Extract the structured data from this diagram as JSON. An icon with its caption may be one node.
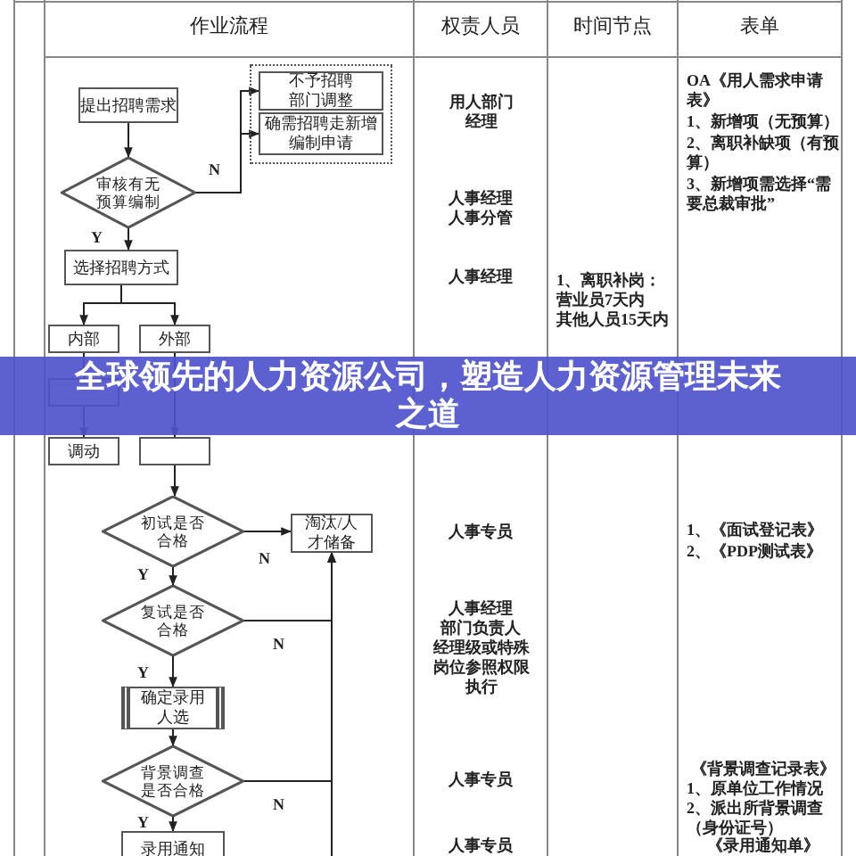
{
  "diagram": {
    "title": "全球领先的人力资源公司，塑造人力资源管理未来之道",
    "nodes": [
      {
        "text": [
          "提出招聘需求"
        ]
      },
      {
        "text": [],
        "shape": "box"
      },
      {
        "text": [
          "不予招聘部门调整"
        ],
        "in": 1
      },
      {
        "text": [
          "确需招聘走新增编制申请"
        ],
        "in": 1
      },
      {
        "text": [
          "审核有无预算编制"
        ]
      },
      {
        "text": [
          "选择招聘方式"
        ]
      },
      {
        "text": [
          "内部"
        ]
      },
      {
        "text": [
          "外部"
        ]
      },
      {
        "text": [],
        "shape": "box"
      },
      {
        "text": [
          "调动"
        ]
      },
      {
        "text": [],
        "shape": "box"
      },
      {
        "text": [
          "初试是否合格"
        ]
      },
      {
        "text": [
          "淘汰/人才储备"
        ]
      },
      {
        "text": [
          "复试是否合格"
        ]
      },
      {
        "text": [
          "确定录用人选"
        ]
      },
      {
        "text": [
          "背景调查是否合格"
        ]
      },
      {
        "text": [
          "录用通知"
        ]
      }
    ],
    "edges": [
      {
        "from": 0,
        "to": 4,
        "arrow": "to"
      },
      {
        "from": 4,
        "to": 2,
        "arrow": "to",
        "label": "N"
      },
      {
        "from": 4,
        "to": 3,
        "arrow": "to"
      },
      {
        "from": 4,
        "to": 5,
        "arrow": "to",
        "label": "Y"
      },
      {
        "from": 5,
        "to": 6,
        "arrow": "to"
      },
      {
        "from": 5,
        "to": 7,
        "arrow": "to"
      },
      {
        "from": 6,
        "to": 8,
        "arrow": "to"
      },
      {
        "from": 8,
        "to": 9,
        "arrow": "to"
      },
      {
        "from": 7,
        "to": 10,
        "arrow": "to"
      },
      {
        "from": 10,
        "to": 11,
        "arrow": "to"
      },
      {
        "from": 11,
        "to": 12,
        "arrow": "to",
        "label": "N"
      },
      {
        "from": 11,
        "to": 13,
        "arrow": "to",
        "label": "Y"
      },
      {
        "from": 13,
        "to": 12,
        "arrow": "to",
        "label": "N"
      },
      {
        "from": 13,
        "to": 14,
        "arrow": "to",
        "label": "Y"
      },
      {
        "from": 14,
        "to": 15,
        "arrow": "to"
      },
      {
        "from": 15,
        "to": 12,
        "arrow": "to",
        "label": "N"
      },
      {
        "from": 15,
        "to": 16,
        "arrow": "to",
        "label": "Y"
      },
      {
        "from": null,
        "to": 12,
        "arrow": "to"
      }
    ],
    "labels": [
      "作业流程",
      "权责人员",
      "时间节点",
      "表单",
      "用人部门经理",
      "人事经理",
      "人事分管",
      "人事经理",
      "1、离职补岗：",
      "营业员7天内",
      "其他人员15天内",
      "OA《用人需求申请表》",
      "1、新增项（无预算）",
      "2、离职补缺项（有预算）",
      "3、新增项需选择“需要总裁审批”",
      "人事专员",
      "1、《面试登记表》",
      "2、《PDP测试表》",
      "人事经理",
      "部门负责人",
      "经理级或特殊岗位参照权限执行",
      "人事专员",
      "《背景调查记录表》",
      "1、原单位工作情况",
      "2、派出所背景调查（身份证号）",
      "人事专员",
      "《录用通知单》"
    ]
  }
}
